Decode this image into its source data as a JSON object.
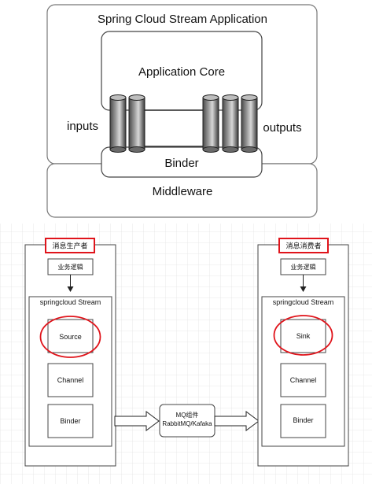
{
  "top_diagram": {
    "title": "Spring Cloud Stream Application",
    "core_label": "Application Core",
    "binder_label": "Binder",
    "middleware_label": "Middleware",
    "inputs_label": "inputs",
    "outputs_label": "outputs"
  },
  "bottom_diagram": {
    "producer": {
      "title": "消息生产者",
      "logic": "业务逻辑",
      "stream_label": "springcloud Stream",
      "source": "Source",
      "channel": "Channel",
      "binder": "Binder"
    },
    "mq": {
      "line1": "MQ组件",
      "line2": "RabbitMQ/Kafaka"
    },
    "consumer": {
      "title": "消息消费者",
      "logic": "业务逻辑",
      "stream_label": "springcloud Stream",
      "sink": "Sink",
      "channel": "Channel",
      "binder": "Binder"
    }
  },
  "colors": {
    "highlight_red": "#e0141b",
    "box_border": "#555555",
    "grid": "#e6e6e6"
  }
}
